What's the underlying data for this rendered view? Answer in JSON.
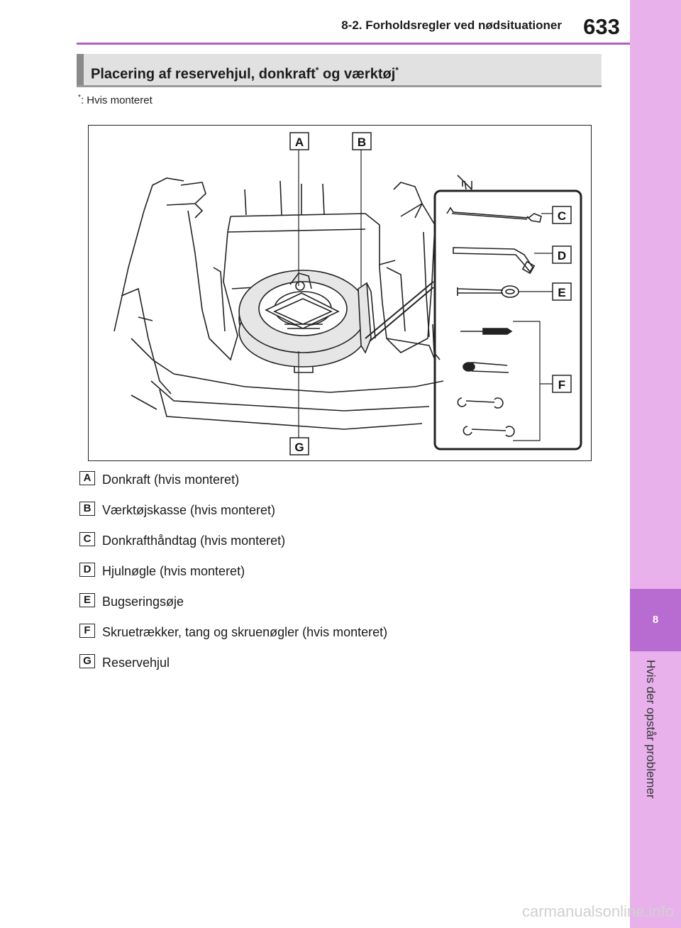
{
  "header": {
    "section": "8-2. Forholdsregler ved nødsituationer",
    "page_number": "633"
  },
  "side_tab": {
    "chapter_number": "8",
    "chapter_title": "Hvis der opstår problemer"
  },
  "section_title": {
    "text": "Placering af reservehjul, donkraft",
    "text_mid": " og værktøj",
    "asterisk": "*"
  },
  "footnote": {
    "asterisk": "*",
    "text": ": Hvis monteret"
  },
  "figure": {
    "callouts": [
      "A",
      "B",
      "C",
      "D",
      "E",
      "F",
      "G"
    ]
  },
  "legend": [
    {
      "letter": "A",
      "text": "Donkraft (hvis monteret)"
    },
    {
      "letter": "B",
      "text": "Værktøjskasse (hvis monteret)"
    },
    {
      "letter": "C",
      "text": "Donkrafthåndtag (hvis monteret)"
    },
    {
      "letter": "D",
      "text": "Hjulnøgle (hvis monteret)"
    },
    {
      "letter": "E",
      "text": "Bugseringsøje"
    },
    {
      "letter": "F",
      "text": "Skruetrækker, tang og skruenøgler (hvis monteret)"
    },
    {
      "letter": "G",
      "text": "Reservehjul"
    }
  ],
  "watermark": "carmanualsonline.info"
}
